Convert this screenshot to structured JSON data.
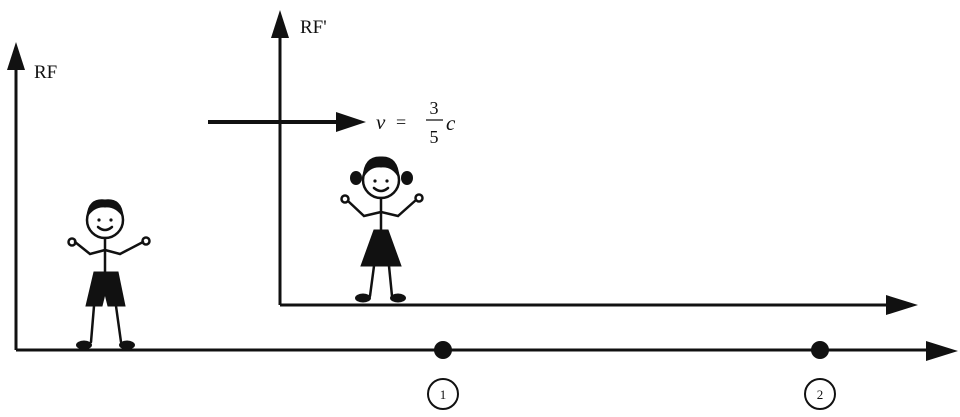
{
  "frames": {
    "ground": {
      "label": "RF"
    },
    "moving": {
      "label": "RF'"
    }
  },
  "velocity": {
    "symbol": "v",
    "equals": "=",
    "numerator": "3",
    "denominator": "5",
    "unit": "c"
  },
  "events": [
    {
      "label": "1"
    },
    {
      "label": "2"
    }
  ],
  "icons": [
    "boy-observer-icon",
    "girl-observer-icon",
    "velocity-arrow-icon"
  ],
  "colors": {
    "ink": "#111111",
    "background": "#ffffff"
  }
}
